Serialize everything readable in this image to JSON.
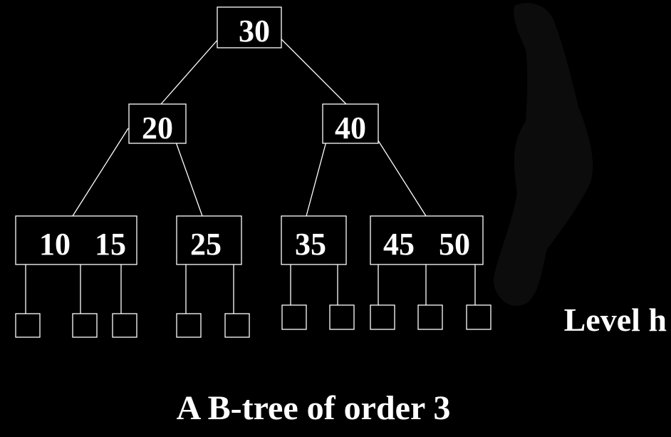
{
  "diagram": {
    "caption": "A B-tree of order 3",
    "level_label": "Level h",
    "nodes": {
      "root": "30",
      "left": "20",
      "right": "40",
      "leaf_1_key_1": "10",
      "leaf_1_key_2": "15",
      "leaf_2_key_1": "25",
      "leaf_3_key_1": "35",
      "leaf_4_key_1": "45",
      "leaf_4_key_2": "50"
    },
    "colors": {
      "background": "#000000",
      "foreground": "#ffffff"
    }
  }
}
